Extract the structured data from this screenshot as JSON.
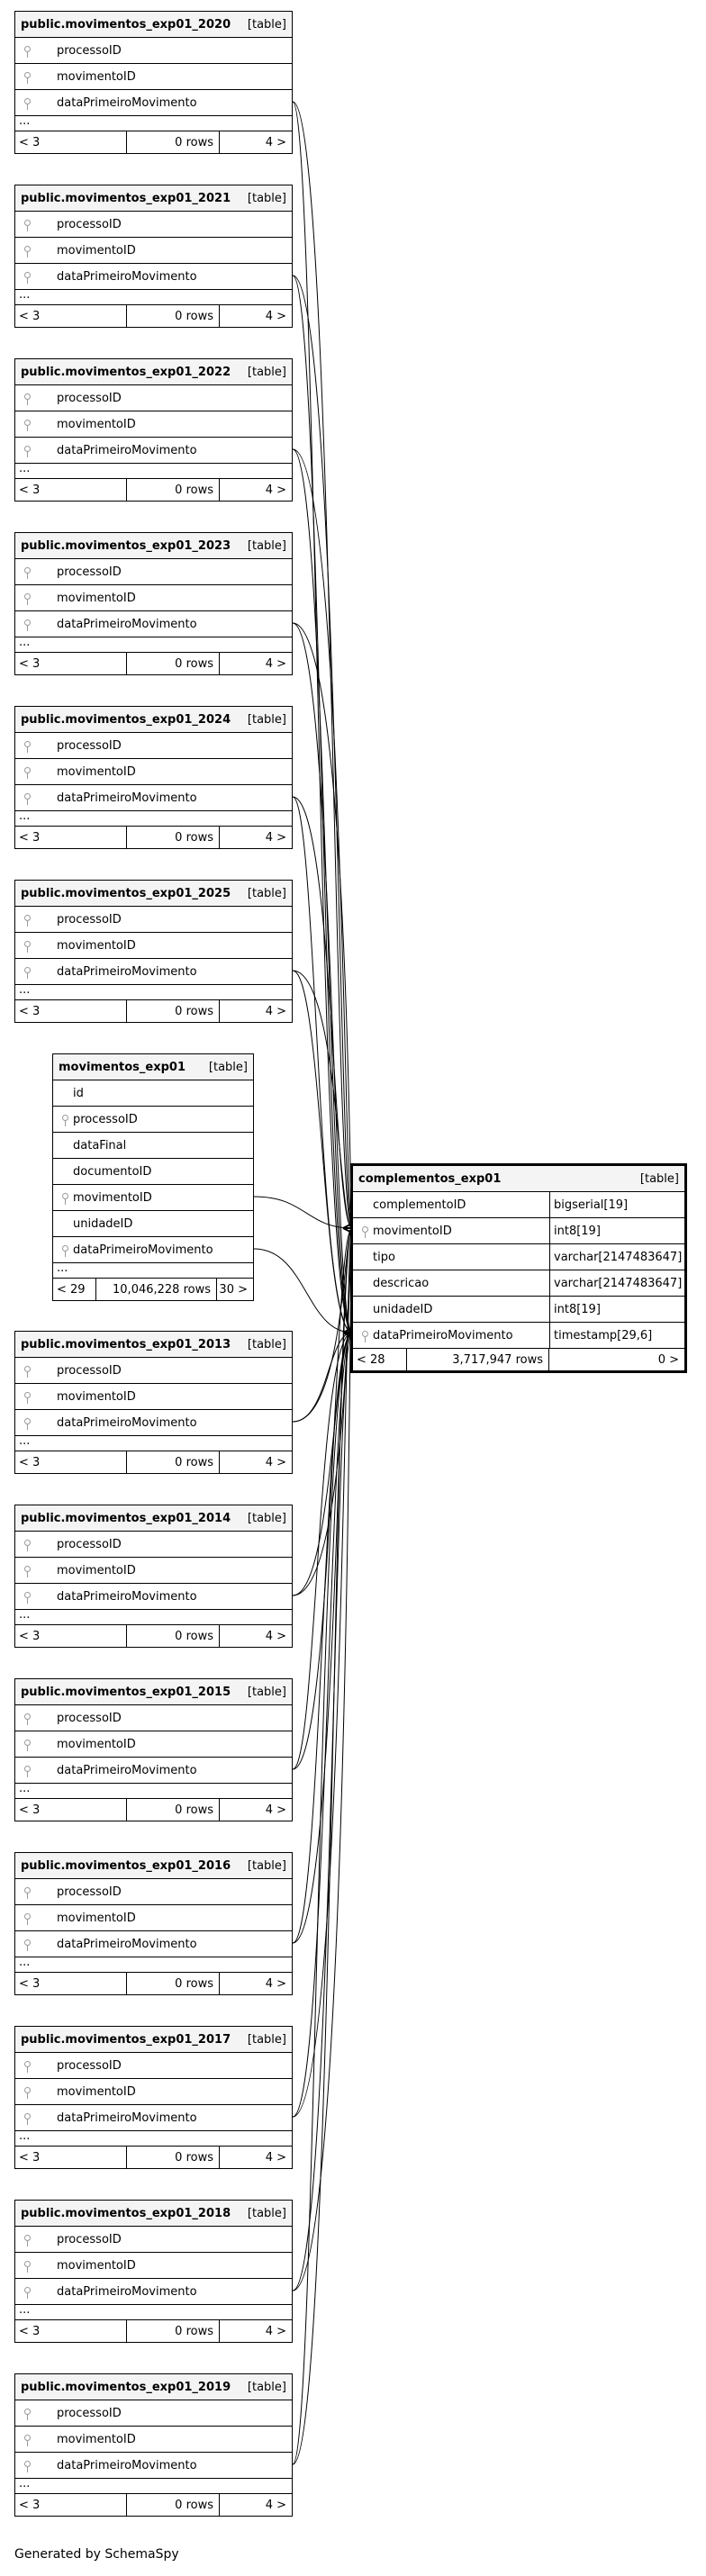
{
  "child_tables": [
    {
      "name": "public.movimentos_exp01_2020",
      "kind": "[table]",
      "columns": [
        "processoID",
        "movimentoID",
        "dataPrimeiroMovimento"
      ],
      "ellipsis": "...",
      "footer": {
        "left": "< 3",
        "rows": "0 rows",
        "right": "4 >"
      }
    },
    {
      "name": "public.movimentos_exp01_2021",
      "kind": "[table]",
      "columns": [
        "processoID",
        "movimentoID",
        "dataPrimeiroMovimento"
      ],
      "ellipsis": "...",
      "footer": {
        "left": "< 3",
        "rows": "0 rows",
        "right": "4 >"
      }
    },
    {
      "name": "public.movimentos_exp01_2022",
      "kind": "[table]",
      "columns": [
        "processoID",
        "movimentoID",
        "dataPrimeiroMovimento"
      ],
      "ellipsis": "...",
      "footer": {
        "left": "< 3",
        "rows": "0 rows",
        "right": "4 >"
      }
    },
    {
      "name": "public.movimentos_exp01_2023",
      "kind": "[table]",
      "columns": [
        "processoID",
        "movimentoID",
        "dataPrimeiroMovimento"
      ],
      "ellipsis": "...",
      "footer": {
        "left": "< 3",
        "rows": "0 rows",
        "right": "4 >"
      }
    },
    {
      "name": "public.movimentos_exp01_2024",
      "kind": "[table]",
      "columns": [
        "processoID",
        "movimentoID",
        "dataPrimeiroMovimento"
      ],
      "ellipsis": "...",
      "footer": {
        "left": "< 3",
        "rows": "0 rows",
        "right": "4 >"
      }
    },
    {
      "name": "public.movimentos_exp01_2025",
      "kind": "[table]",
      "columns": [
        "processoID",
        "movimentoID",
        "dataPrimeiroMovimento"
      ],
      "ellipsis": "...",
      "footer": {
        "left": "< 3",
        "rows": "0 rows",
        "right": "4 >"
      }
    },
    {
      "name": "public.movimentos_exp01_2013",
      "kind": "[table]",
      "columns": [
        "processoID",
        "movimentoID",
        "dataPrimeiroMovimento"
      ],
      "ellipsis": "...",
      "footer": {
        "left": "< 3",
        "rows": "0 rows",
        "right": "4 >"
      }
    },
    {
      "name": "public.movimentos_exp01_2014",
      "kind": "[table]",
      "columns": [
        "processoID",
        "movimentoID",
        "dataPrimeiroMovimento"
      ],
      "ellipsis": "...",
      "footer": {
        "left": "< 3",
        "rows": "0 rows",
        "right": "4 >"
      }
    },
    {
      "name": "public.movimentos_exp01_2015",
      "kind": "[table]",
      "columns": [
        "processoID",
        "movimentoID",
        "dataPrimeiroMovimento"
      ],
      "ellipsis": "...",
      "footer": {
        "left": "< 3",
        "rows": "0 rows",
        "right": "4 >"
      }
    },
    {
      "name": "public.movimentos_exp01_2016",
      "kind": "[table]",
      "columns": [
        "processoID",
        "movimentoID",
        "dataPrimeiroMovimento"
      ],
      "ellipsis": "...",
      "footer": {
        "left": "< 3",
        "rows": "0 rows",
        "right": "4 >"
      }
    },
    {
      "name": "public.movimentos_exp01_2017",
      "kind": "[table]",
      "columns": [
        "processoID",
        "movimentoID",
        "dataPrimeiroMovimento"
      ],
      "ellipsis": "...",
      "footer": {
        "left": "< 3",
        "rows": "0 rows",
        "right": "4 >"
      }
    },
    {
      "name": "public.movimentos_exp01_2018",
      "kind": "[table]",
      "columns": [
        "processoID",
        "movimentoID",
        "dataPrimeiroMovimento"
      ],
      "ellipsis": "...",
      "footer": {
        "left": "< 3",
        "rows": "0 rows",
        "right": "4 >"
      }
    },
    {
      "name": "public.movimentos_exp01_2019",
      "kind": "[table]",
      "columns": [
        "processoID",
        "movimentoID",
        "dataPrimeiroMovimento"
      ],
      "ellipsis": "...",
      "footer": {
        "left": "< 3",
        "rows": "0 rows",
        "right": "4 >"
      }
    }
  ],
  "parent_table": {
    "name": "movimentos_exp01",
    "kind": "[table]",
    "columns": [
      {
        "name": "id",
        "key": false
      },
      {
        "name": "processoID",
        "key": true
      },
      {
        "name": "dataFinal",
        "key": false
      },
      {
        "name": "documentoID",
        "key": false
      },
      {
        "name": "movimentoID",
        "key": true
      },
      {
        "name": "unidadeID",
        "key": false
      },
      {
        "name": "dataPrimeiroMovimento",
        "key": true
      }
    ],
    "ellipsis": "...",
    "footer": {
      "left": "< 29",
      "rows": "10,046,228 rows",
      "right": "30 >"
    }
  },
  "main_table": {
    "name": "complementos_exp01",
    "kind": "[table]",
    "columns": [
      {
        "name": "complementoID",
        "type": "bigserial[19]",
        "key": false
      },
      {
        "name": "movimentoID",
        "type": "int8[19]",
        "key": true
      },
      {
        "name": "tipo",
        "type": "varchar[2147483647]",
        "key": false
      },
      {
        "name": "descricao",
        "type": "varchar[2147483647]",
        "key": false
      },
      {
        "name": "unidadeID",
        "type": "int8[19]",
        "key": false
      },
      {
        "name": "dataPrimeiroMovimento",
        "type": "timestamp[29,6]",
        "key": true
      }
    ],
    "footer": {
      "left": "< 28",
      "rows": "3,717,947 rows",
      "right": "0 >"
    }
  },
  "footer_text": "Generated by SchemaSpy",
  "colors": {
    "line": "#000000",
    "key_icon": "#999999",
    "header_bg": "#f4f4f4"
  }
}
